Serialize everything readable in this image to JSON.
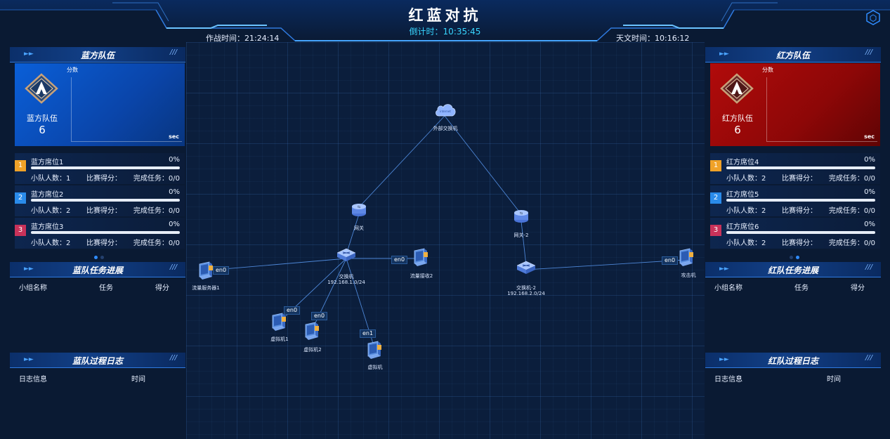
{
  "header": {
    "title": "红蓝对抗",
    "countdown": "倒计时：10:35:45",
    "battle_time": "作战时间：21:24:14",
    "astro_time": "天文时间：10:16:12"
  },
  "icons": {
    "settings": "hexagon-icon"
  },
  "colors": {
    "accent": "#2f8cff",
    "blue_team": "#0a5fd8",
    "red_team": "#b10b0b",
    "rank1": "#f0a228",
    "rank2": "#2a8bea",
    "rank3": "#c8325a",
    "countdown": "#38d6ff"
  },
  "blue": {
    "panel_title": "蓝方队伍",
    "team_name": "蓝方队伍",
    "score": "6",
    "chart_label": "分数",
    "chart_unit": "sec",
    "seats": [
      {
        "rank": "1",
        "name": "蓝方席位1",
        "pct": "0%",
        "progress": 0,
        "members": "小队人数：1",
        "points": "比赛得分：",
        "tasks": "完成任务：0/0"
      },
      {
        "rank": "2",
        "name": "蓝方席位2",
        "pct": "0%",
        "progress": 0,
        "members": "小队人数：2",
        "points": "比赛得分：",
        "tasks": "完成任务：0/0"
      },
      {
        "rank": "3",
        "name": "蓝方席位3",
        "pct": "0%",
        "progress": 0,
        "members": "小队人数：2",
        "points": "比赛得分：",
        "tasks": "完成任务：0/0"
      }
    ],
    "task_title": "蓝队任务进展",
    "task_cols": {
      "group": "小组名称",
      "task": "任务",
      "score": "得分"
    },
    "log_title": "蓝队过程日志",
    "log_cols": {
      "info": "日志信息",
      "time": "时间"
    }
  },
  "red": {
    "panel_title": "红方队伍",
    "team_name": "红方队伍",
    "score": "6",
    "chart_label": "分数",
    "chart_unit": "sec",
    "seats": [
      {
        "rank": "1",
        "name": "红方席位4",
        "pct": "0%",
        "progress": 0,
        "members": "小队人数：2",
        "points": "比赛得分：",
        "tasks": "完成任务：0/0"
      },
      {
        "rank": "2",
        "name": "红方席位5",
        "pct": "0%",
        "progress": 0,
        "members": "小队人数：2",
        "points": "比赛得分：",
        "tasks": "完成任务：0/0"
      },
      {
        "rank": "3",
        "name": "红方席位6",
        "pct": "0%",
        "progress": 0,
        "members": "小队人数：2",
        "points": "比赛得分：",
        "tasks": "完成任务：0/0"
      }
    ],
    "task_title": "红队任务进展",
    "task_cols": {
      "group": "小组名称",
      "task": "任务",
      "score": "得分"
    },
    "log_title": "红队过程日志",
    "log_cols": {
      "info": "日志信息",
      "time": "时间"
    }
  },
  "topology": {
    "cloud": {
      "label": "外部交换机",
      "icon": "cloud-icon"
    },
    "gateway1": {
      "label": "网关",
      "icon": "router-icon"
    },
    "gateway2": {
      "label": "网关-2",
      "icon": "router-icon"
    },
    "switch1": {
      "label": "交换机",
      "subnet": "192.168.1.0/24",
      "icon": "switch-icon"
    },
    "switch2": {
      "label": "交换机-2",
      "subnet": "192.168.2.0/24",
      "icon": "switch-icon"
    },
    "traffic_server1": {
      "label": "流量服务器1",
      "iface": "en0",
      "icon": "computer-icon"
    },
    "traffic_receiver2": {
      "label": "流量接收2",
      "iface": "en0",
      "icon": "computer-icon"
    },
    "vm1": {
      "label": "虚拟机1",
      "iface": "en0",
      "icon": "computer-icon"
    },
    "vm2": {
      "label": "虚拟机2",
      "iface": "en0",
      "icon": "computer-icon"
    },
    "vm": {
      "label": "虚拟机",
      "iface": "en1",
      "icon": "computer-icon"
    },
    "attacker": {
      "label": "攻击机",
      "iface": "en0",
      "icon": "computer-icon"
    }
  }
}
